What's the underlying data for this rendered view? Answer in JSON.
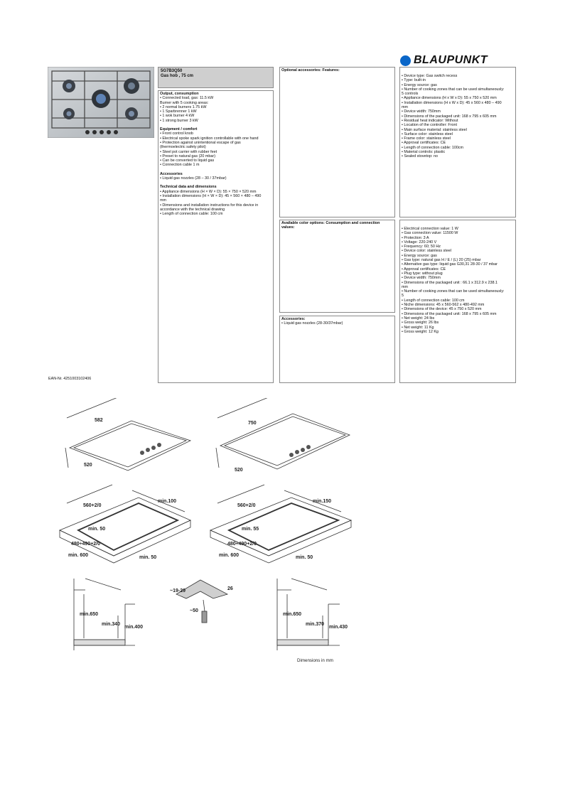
{
  "brand": {
    "name": "BLAUPUNKT",
    "color": "#0a66c8"
  },
  "product": {
    "model": "5G7B3Q50",
    "title": "Gas hob , 75 cm"
  },
  "left_panel": {
    "sections": [
      {
        "title": "Output, consumption",
        "lines": [
          "• Connected load, gas: 11.5 kW",
          "Burner with 5 cooking areas:",
          "• 2 normal burners 1.75 kW",
          "• 1 Sparbrenner 1 kW",
          "• 1 wok burner 4 kW",
          "• 1 strong burner 3 kW"
        ]
      },
      {
        "title": "Equipment / comfort",
        "lines": [
          "• Front control knob",
          "• Electrical spoke spark ignition controllable with one hand",
          "• Protection against unintentional escape of gas",
          "(thermoelectric safety pilot)",
          "• Steel pot carrier with rubber feet",
          "• Preset to natural gas (20 mbar)",
          "• Can be converted to liquid gas",
          "• Connection cable 1 m"
        ]
      },
      {
        "title": "Accessories",
        "lines": [
          "• Liquid gas nozzles (28 – 30 / 37mbar)"
        ]
      },
      {
        "title": "Technical data and dimensions",
        "lines": [
          "• Appliance dimensions (H × W × D): 55 × 750 × 520 mm",
          "• Installation dimensions (H × W × D): 45 × 560 × 480 – 490",
          "mm",
          "• Dimensions and installation instructions for this device in",
          "accordance with the technical drawing",
          "• Length of connection cable: 100 cm"
        ]
      }
    ]
  },
  "middle": {
    "optional_title": "Optional accessories: Features:",
    "colors_title": "Available color options: Consumption and connection values:",
    "accessories_title": "Accessories:",
    "accessories_lines": [
      "• Liquid gas nozzles (28-30/37mbar)"
    ]
  },
  "features": [
    "• Device type: Gas switch recess",
    "• Type: built-in",
    "• Energy source: gas",
    "• Number of cooking zones that can be used simultaneously:",
    "5 controls",
    "• Appliance dimensions (H x W x D): 55 x 750 x 520 mm",
    "• Installation dimensions (H x W x D): 45 x 560 x 480 – 490",
    "mm",
    "• Device width: 750mm",
    "• Dimensions of the packaged unit: 168 x 795 x 605 mm",
    "• Residual heat indicator: Without",
    "• Location of the controller: Front",
    "• Main surface material: stainless steel",
    "• Surface color: stainless steel",
    "• Frame color: stainless steel",
    "• Approval certificates: CE",
    "• Length of connection cable: 100cm",
    "• Material controls: plastic",
    "• Sealed stovetop: no"
  ],
  "connection_values": [
    "• Electrical connection value: 1 W",
    "• Gas connection value: 11500 W",
    "• Protection: 3 A",
    "• Voltage: 220-240 V",
    "• Frequency: 60; 50 Hz",
    "• Device color: stainless steel",
    "• Energy source: gas",
    "• Gas type: natural gas H / E / (L) 20 (25) mbar",
    "• Alternative gas type: liquid gas G30,31 28-30 / 37 mbar",
    "• Approval certificates: CE",
    "• Plug type: without plug",
    "• Device width: 750mm",
    "• Dimensions of the packaged unit : 66.1 x 312.9 x 238.1",
    "mm",
    "• Number of cooking zones that can be used simultaneously:",
    "5",
    "• Length of connection cable: 100 cm",
    "• Niche dimensions: 45 x 560-562 x 480-492 mm",
    "• Dimensions of the device: 45 x 750 x 520 mm",
    "• Dimensions of the packaged unit: 168 x 795 x 605 mm",
    "• Net weight: 24 lbs",
    "• Gross weight: 26 lbs",
    "• Net weight: 11 Kg",
    "• Gross weight: 12 Kg"
  ],
  "ean": "EAN-Nr. 4251003102406",
  "drawing": {
    "hob_left_width": "582",
    "hob_left_depth": "520",
    "hob_right_width": "750",
    "hob_right_depth": "520",
    "cutout_left_width": "560+2/0",
    "cutout_right_width": "560+2/0",
    "cutout_left_depth": "480÷490+2/0",
    "cutout_right_depth": "480÷490+2/0",
    "left_min_back": "min.100",
    "right_min_back": "min.150",
    "left_min_side": "min. 50",
    "right_min_side": "min. 55",
    "left_min_600": "min. 600",
    "right_min_600": "min. 600",
    "left_min_front": "min. 50",
    "right_min_front": "min. 50",
    "detail_a": "~19-29",
    "detail_b": "26",
    "detail_c": "~50",
    "left_min650": "min.650",
    "left_min340": "min.340",
    "left_min400": "min.400",
    "right_min650": "min.650",
    "right_min370": "min.370",
    "right_min430": "min.430",
    "caption": "Dimensions in mm"
  }
}
